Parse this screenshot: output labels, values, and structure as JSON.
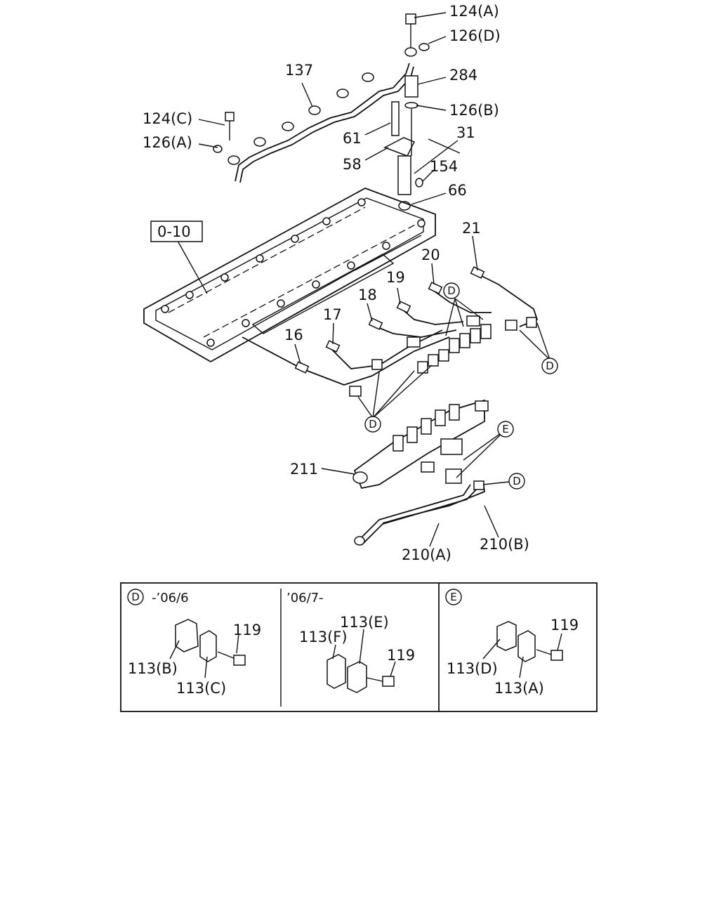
{
  "labels": {
    "p124a": "124(A)",
    "p126d": "126(D)",
    "p284": "284",
    "p126b": "126(B)",
    "p137": "137",
    "p124c": "124(C)",
    "p126a": "126(A)",
    "p61": "61",
    "p31": "31",
    "p58": "58",
    "p154": "154",
    "p66": "66",
    "p0_10": "0-10",
    "p21": "21",
    "p20": "20",
    "p19": "19",
    "p18": "18",
    "p17": "17",
    "p16": "16",
    "p211": "211",
    "p210a": "210(A)",
    "p210b": "210(B)"
  },
  "callouts": {
    "d": "D",
    "e": "E"
  },
  "detail_panels": {
    "panel1": {
      "letter": "D",
      "note": "-’06/6",
      "parts": [
        "113(B)",
        "113(C)",
        "119"
      ]
    },
    "panel2": {
      "note": "’06/7-",
      "parts": [
        "113(F)",
        "113(E)",
        "119"
      ]
    },
    "panel3": {
      "letter": "E",
      "parts": [
        "113(D)",
        "113(A)",
        "119"
      ]
    }
  }
}
